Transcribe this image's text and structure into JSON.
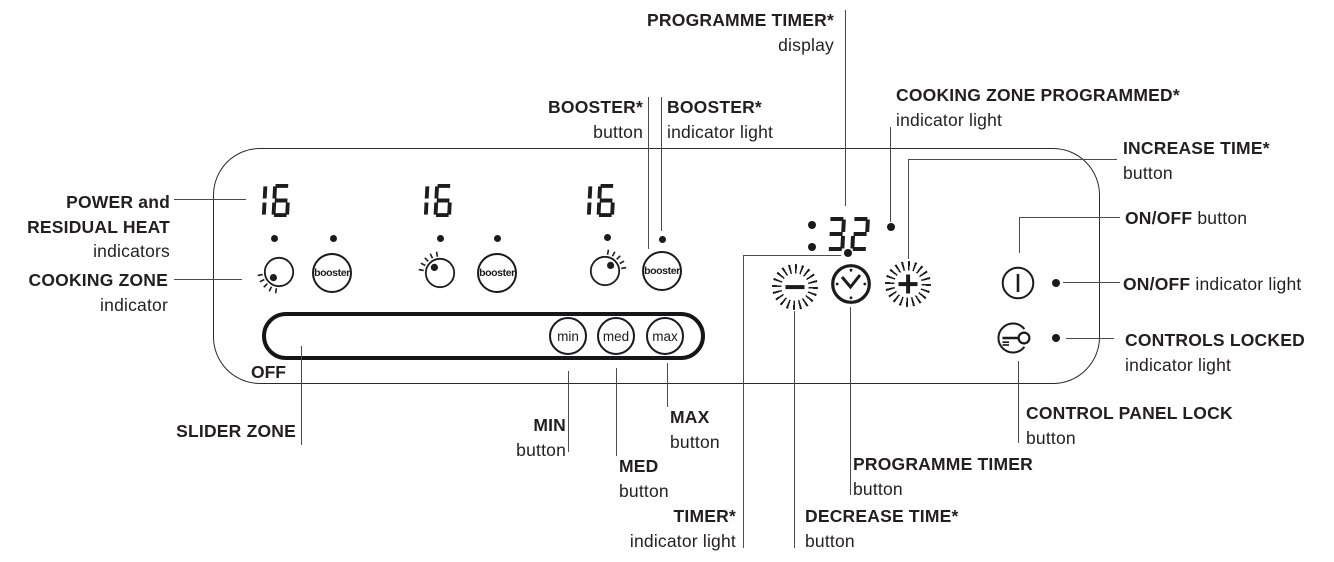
{
  "colors": {
    "ink": "#231f20",
    "callout_line": "#4c4c4e",
    "panel_stroke": "#2a2a2c"
  },
  "panel": {
    "zones": [
      {
        "display": "16",
        "booster_label": "booster",
        "zone_dot_position": "bottom-left"
      },
      {
        "display": "16",
        "booster_label": "booster",
        "zone_dot_position": "top-left"
      },
      {
        "display": "16",
        "booster_label": "booster",
        "zone_dot_position": "top-right"
      }
    ],
    "slider": {
      "off_label": "OFF",
      "min_label": "min",
      "med_label": "med",
      "max_label": "max"
    },
    "timer_display": "32"
  },
  "callouts": {
    "power": {
      "line1": "POWER and",
      "line2": "RESIDUAL HEAT",
      "sub": "indicators"
    },
    "cooking_zone": {
      "title": "COOKING ZONE",
      "sub": "indicator"
    },
    "slider_zone": {
      "title": "SLIDER ZONE"
    },
    "min": {
      "title": "MIN",
      "sub": "button"
    },
    "med": {
      "title": "MED",
      "sub": "button"
    },
    "max": {
      "title": "MAX",
      "sub": "button"
    },
    "timer": {
      "title": "TIMER*",
      "sub": "indicator light"
    },
    "decrease_time": {
      "title": "DECREASE TIME*",
      "sub": "button"
    },
    "programme_timer_button": {
      "title": "PROGRAMME TIMER",
      "sub": "button"
    },
    "programme_timer_display": {
      "title": "PROGRAMME TIMER*",
      "sub": "display"
    },
    "booster_button": {
      "title": "BOOSTER*",
      "sub": "button"
    },
    "booster_light": {
      "title": "BOOSTER*",
      "sub": "indicator light"
    },
    "zone_programmed": {
      "title": "COOKING ZONE PROGRAMMED*",
      "sub": "indicator light"
    },
    "increase_time": {
      "title": "INCREASE TIME*",
      "sub": "button"
    },
    "onoff_button": {
      "title": "ON/OFF",
      "sub": "button"
    },
    "onoff_light": {
      "title": "ON/OFF",
      "sub": "indicator light"
    },
    "controls_locked": {
      "title": "CONTROLS LOCKED",
      "sub": "indicator light"
    },
    "control_panel_lock": {
      "title": "CONTROL PANEL LOCK",
      "sub": "button"
    }
  }
}
